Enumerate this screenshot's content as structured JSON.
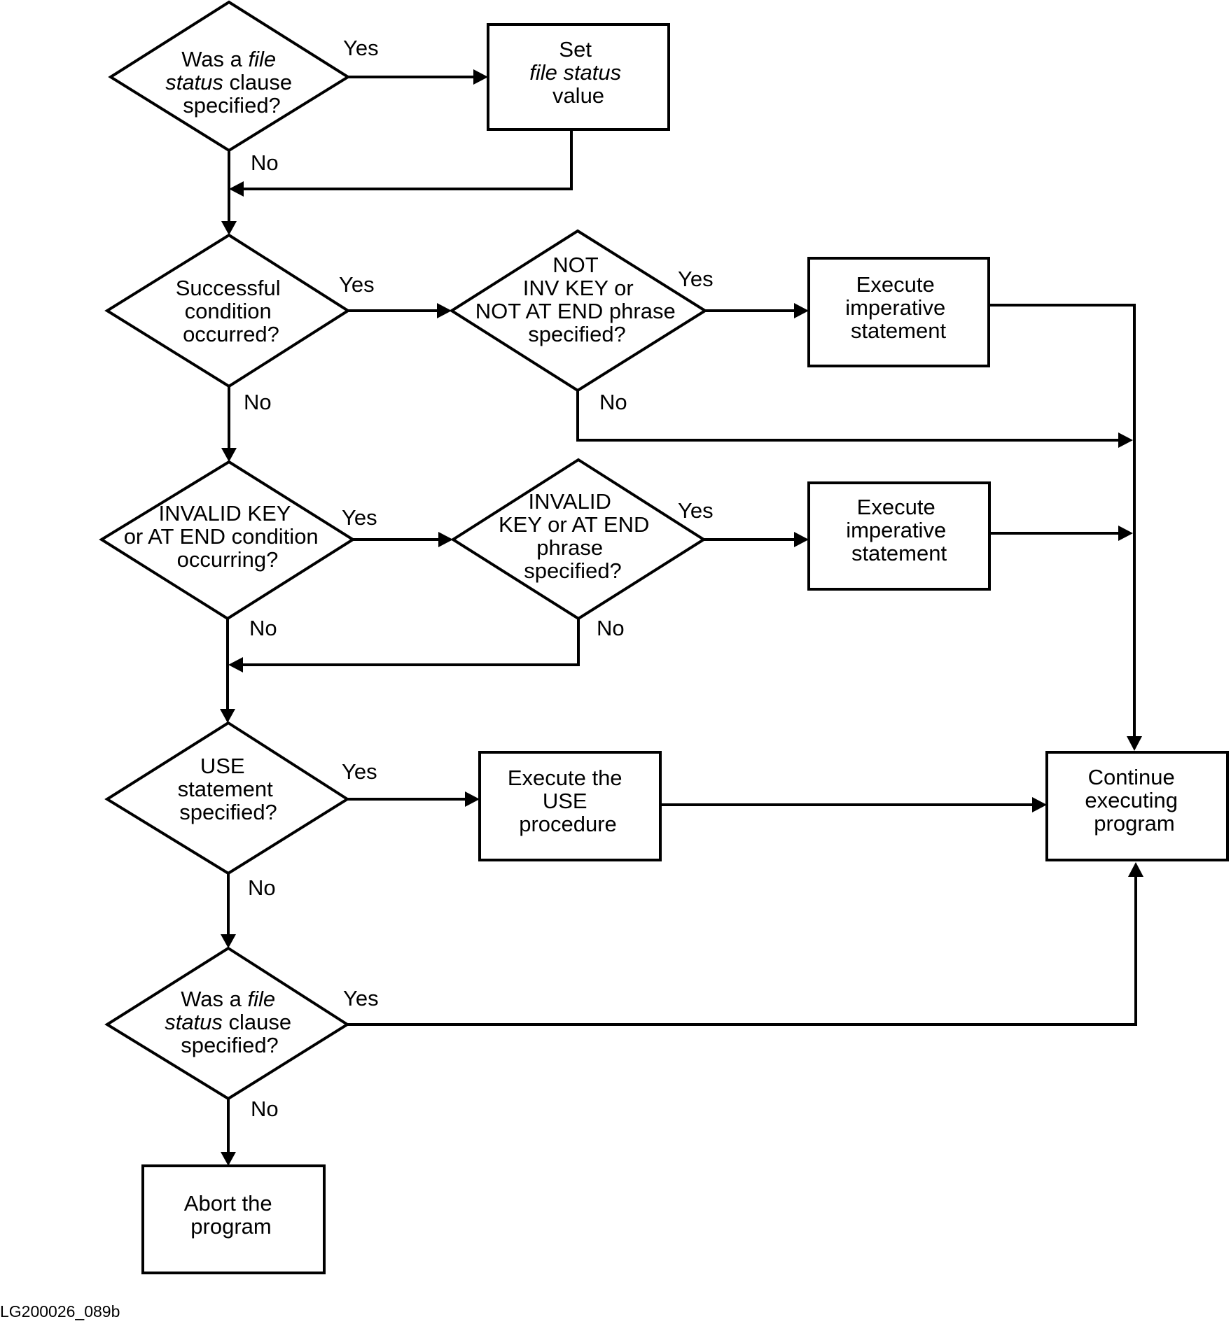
{
  "nodes": {
    "d1": {
      "l1a": "Was a",
      "l1b": "file",
      "l2a": "status",
      "l2b": " clause",
      "l3": "specified?"
    },
    "b1": {
      "l1": "Set",
      "l2": "file status",
      "l3": "value"
    },
    "d2": {
      "l1": "Successful",
      "l2": "condition",
      "l3": "occurred?"
    },
    "d3": {
      "l1": "NOT",
      "l2": "INV KEY or",
      "l3": "NOT AT END phrase",
      "l4": "specified?"
    },
    "b2": {
      "l1": "Execute",
      "l2": "imperative",
      "l3": "statement"
    },
    "d4": {
      "l1": "INVALID KEY",
      "l2": "or AT END condition",
      "l3": "occurring?"
    },
    "d5": {
      "l1": "INVALID",
      "l2": "KEY or AT END",
      "l3": "phrase",
      "l4": "specified?"
    },
    "b3": {
      "l1": "Execute",
      "l2": "imperative",
      "l3": "statement"
    },
    "d6": {
      "l1": "USE",
      "l2": "statement",
      "l3": "specified?"
    },
    "b4": {
      "l1": "Execute the",
      "l2": "USE",
      "l3": "procedure"
    },
    "b5": {
      "l1": "Continue",
      "l2": "executing",
      "l3": "program"
    },
    "d7": {
      "l1a": "Was a",
      "l1b": "file",
      "l2a": "status",
      "l2b": " clause",
      "l3": "specified?"
    },
    "b6": {
      "l1": "Abort the",
      "l2": "program"
    }
  },
  "edges": {
    "d1_yes": "Yes",
    "d1_no": "No",
    "d2_yes": "Yes",
    "d2_no": "No",
    "d3_yes": "Yes",
    "d3_no": "No",
    "d4_yes": "Yes",
    "d4_no": "No",
    "d5_yes": "Yes",
    "d5_no": "No",
    "d6_yes": "Yes",
    "d6_no": "No",
    "d7_yes": "Yes",
    "d7_no": "No"
  },
  "caption": "LG200026_089b"
}
